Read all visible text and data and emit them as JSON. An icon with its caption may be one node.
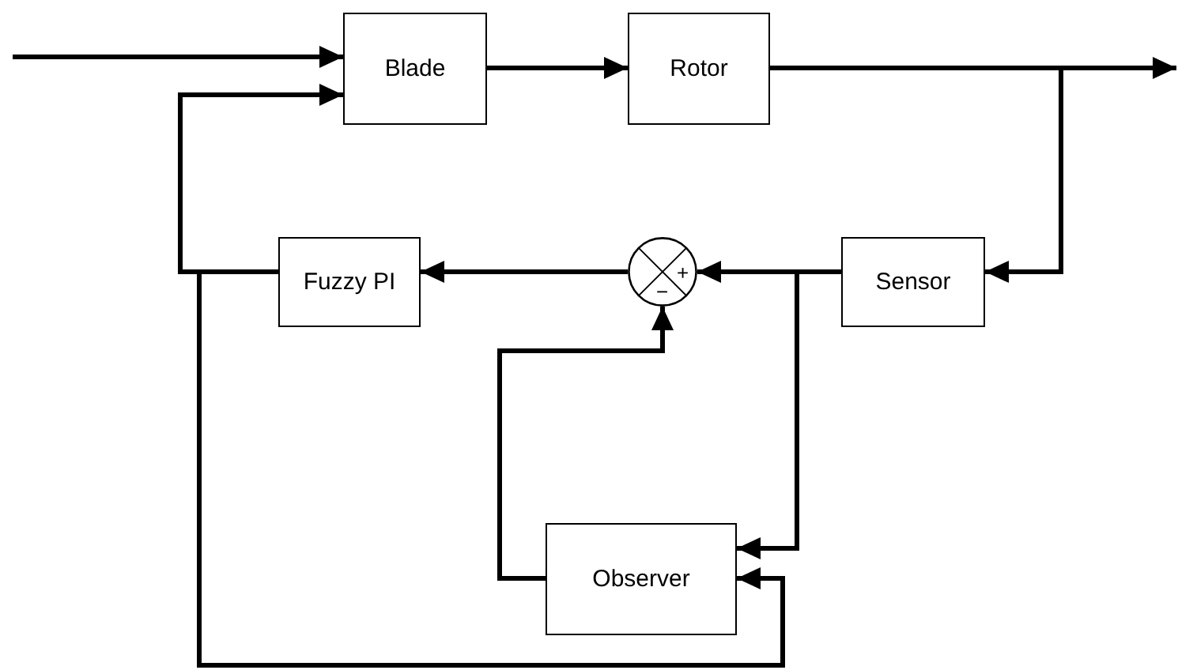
{
  "diagram": {
    "nodes": [
      {
        "text": [
          "Blade"
        ]
      },
      {
        "text": [
          "Rotor"
        ]
      },
      {
        "text": [
          "Fuzzy PI"
        ]
      },
      {
        "text": [
          "+",
          "−"
        ]
      },
      {
        "text": [
          "Sensor"
        ]
      },
      {
        "text": [
          "Observer"
        ]
      }
    ],
    "edges": [
      {
        "from": null,
        "to": 0,
        "arrow": "to"
      },
      {
        "from": 2,
        "to": 0,
        "arrow": "to"
      },
      {
        "from": 0,
        "to": 1,
        "arrow": "to"
      },
      {
        "from": 1,
        "to": null,
        "arrow": "to"
      },
      {
        "from": 1,
        "to": 4,
        "arrow": "to"
      },
      {
        "from": 4,
        "to": 3,
        "arrow": "to"
      },
      {
        "from": 3,
        "to": 2,
        "arrow": "to"
      },
      {
        "from": 4,
        "to": 5,
        "arrow": "to"
      },
      {
        "from": 5,
        "to": 3,
        "arrow": "to"
      },
      {
        "from": 2,
        "to": 5,
        "arrow": "to"
      }
    ]
  }
}
